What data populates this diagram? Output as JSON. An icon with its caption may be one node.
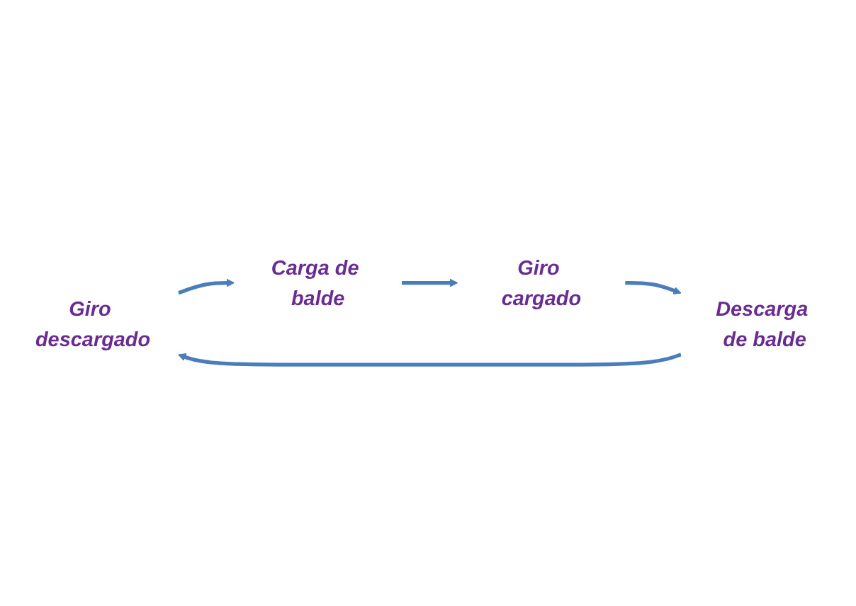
{
  "diagram": {
    "nodes": [
      {
        "text": [
          "Giro descargado"
        ]
      },
      {
        "text": [
          "Carga de balde"
        ]
      },
      {
        "text": [
          "Giro cargado"
        ]
      },
      {
        "text": [
          "Descarga de balde"
        ]
      }
    ],
    "edges": [
      {
        "from": 0,
        "to": 1,
        "arrow": "to"
      },
      {
        "from": 1,
        "to": 2,
        "arrow": "to"
      },
      {
        "from": 2,
        "to": 3,
        "arrow": "to"
      },
      {
        "from": 3,
        "to": 0,
        "arrow": "to"
      }
    ]
  }
}
